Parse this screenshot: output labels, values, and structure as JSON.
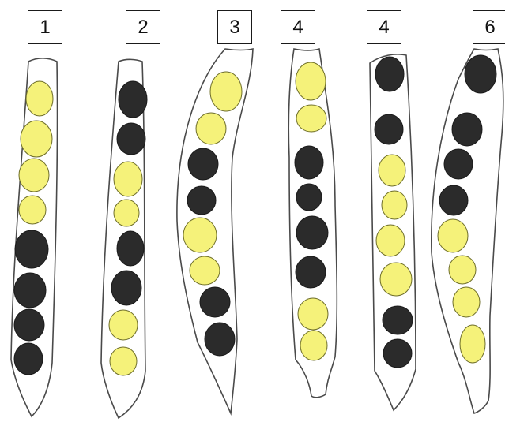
{
  "colors": {
    "yellow": "#f5f27a",
    "black": "#2b2b2b",
    "pod_outline": "#4a4a4a",
    "pod_fill": "#ffffff"
  },
  "pods": [
    {
      "label": "1",
      "seeds": [
        "yellow",
        "yellow",
        "yellow",
        "yellow",
        "black",
        "black",
        "black",
        "black"
      ]
    },
    {
      "label": "2",
      "seeds": [
        "black",
        "black",
        "yellow",
        "yellow",
        "black",
        "black",
        "yellow",
        "yellow"
      ]
    },
    {
      "label": "3",
      "seeds": [
        "yellow",
        "yellow",
        "black",
        "black",
        "yellow",
        "yellow",
        "black",
        "black"
      ]
    },
    {
      "label": "4",
      "seeds": [
        "yellow",
        "yellow",
        "black",
        "black",
        "black",
        "black",
        "yellow",
        "yellow"
      ]
    },
    {
      "label": "4",
      "seeds": [
        "black",
        "black",
        "yellow",
        "yellow",
        "yellow",
        "yellow",
        "black",
        "black"
      ]
    },
    {
      "label": "6",
      "seeds": [
        "black",
        "black",
        "black",
        "black",
        "yellow",
        "yellow",
        "yellow",
        "yellow"
      ]
    }
  ]
}
